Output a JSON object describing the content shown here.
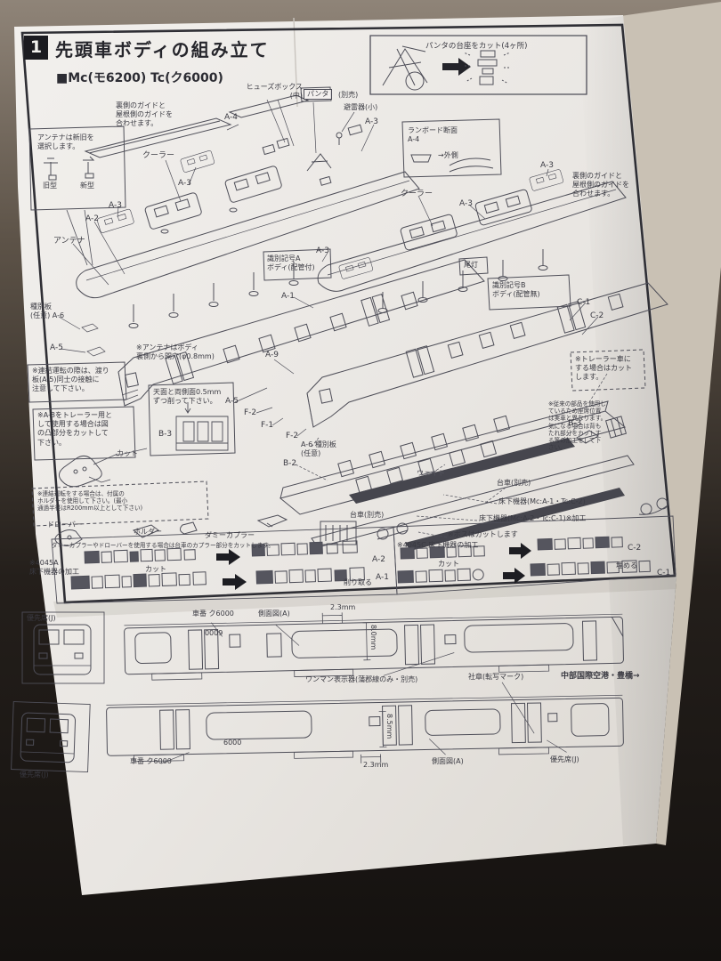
{
  "header": {
    "step_number": "1",
    "title": "先頭車ボディの組み立て",
    "subtitle": "■Mc(モ6200) Tc(ク6000)"
  },
  "panta_note": {
    "text": "パンタの台座をカット(4ヶ所)"
  },
  "colors": {
    "paper": "#eceae6",
    "background_dark": "#1a1612",
    "background_tan": "#8f8478",
    "ink": "#3a3a42",
    "frame": "#2f2f35",
    "weight_strip": "#46464e"
  },
  "callouts": [
    {
      "text": "ヒューズボックス\n(中)"
    },
    {
      "text": "パンタ"
    },
    {
      "text": "(別売)"
    },
    {
      "text": "避雷器(小)"
    },
    {
      "text": "A-4"
    },
    {
      "text": "A-3"
    },
    {
      "text": "ランボード断面\nA-4"
    },
    {
      "text": "→外側"
    },
    {
      "text": "裏側のガイドと\n屋根側のガイドを\n合わせます。"
    },
    {
      "text": "アンテナは新旧を\n選択します。"
    },
    {
      "text": "旧型"
    },
    {
      "text": "新型"
    },
    {
      "text": "クーラー"
    },
    {
      "text": "A-3"
    },
    {
      "text": "A-3"
    },
    {
      "text": "A-2"
    },
    {
      "text": "アンテナ"
    },
    {
      "text": "A-3"
    },
    {
      "text": "裏側のガイドと\n屋根側のガイドを\n合わせます。"
    },
    {
      "text": "クーラー"
    },
    {
      "text": "A-3"
    },
    {
      "text": "識別記号A\nボディ(配管付)"
    },
    {
      "text": "A-3"
    },
    {
      "text": "A-1"
    },
    {
      "text": "尾灯"
    },
    {
      "text": "識別記号B\nボディ(配管無)"
    },
    {
      "text": "C-1"
    },
    {
      "text": "C-2"
    },
    {
      "text": "種別板\n(任意) A-6"
    },
    {
      "text": "A-5"
    },
    {
      "text": "※連結運転の際は、渡り\n板(A-5)同士の接触に\n注意して下さい。"
    },
    {
      "text": "※アンテナはボディ\n裏側から開穴(φ0.8mm)"
    },
    {
      "text": "※A-8をトレーラー用と\nして使用する場合は図\nの凸部分をカットして\n下さい。"
    },
    {
      "text": "カット"
    },
    {
      "text": "天面と両側面0.5mm\nずつ削って下さい。"
    },
    {
      "text": "B-3"
    },
    {
      "text": "A-9"
    },
    {
      "text": "A-5"
    },
    {
      "text": "F-2"
    },
    {
      "text": "F-1"
    },
    {
      "text": "F-2"
    },
    {
      "text": "A-6 種別板\n(任意)"
    },
    {
      "text": "B-2"
    },
    {
      "text": "ウェイト"
    },
    {
      "text": "※トレーラー車に\nする場合はカット\nします。"
    },
    {
      "text": "B-3"
    },
    {
      "text": "※従来の部品を使用し\nているため座席位置\nは実車と異なります。\n気になる場合は背も\nたれ部分をカットす\nる等の加工をして下\nさい。"
    },
    {
      "text": "台車(別売)"
    },
    {
      "text": "床下機器(Mc:A-1・Tc:C-2)"
    },
    {
      "text": "床下機器(Mc:A-2・Tc:C-1)※加工"
    },
    {
      "text": "※ボスはカットします"
    },
    {
      "text": "※連結運転をする場合は、付属の\nホルダーを使用して下さい。(最小\n通過半径はR200mm以上として下さい)"
    },
    {
      "text": "ドローバー"
    },
    {
      "text": "ホルダー"
    },
    {
      "text": "ダミーカプラー"
    },
    {
      "text": "ダミーカプラーやドローバーを使用する場合は台車のカプラー部分をカットします。"
    },
    {
      "text": "台車(別売)"
    },
    {
      "text": "※4045A\n床下機器の加工"
    },
    {
      "text": "A-2"
    },
    {
      "text": "カット"
    },
    {
      "text": "削り取る"
    },
    {
      "text": "A-1"
    },
    {
      "text": "※4045C 床下機器の加工"
    },
    {
      "text": "C-2"
    },
    {
      "text": "カット"
    },
    {
      "text": "埋める"
    },
    {
      "text": "C-1"
    },
    {
      "text": "車番 ク6000"
    },
    {
      "text": "側面図(A)"
    },
    {
      "text": "2.3mm"
    },
    {
      "text": "8.0mm"
    },
    {
      "text": "6000"
    },
    {
      "text": "ワンマン表示器(蒲郡線のみ・別売)"
    },
    {
      "text": "社章(転写マーク)"
    },
    {
      "text": "中部国際空港・豊橋→"
    },
    {
      "text": "優先席(J)"
    },
    {
      "text": "車番 ク6000"
    },
    {
      "text": "2.3mm"
    },
    {
      "text": "8.5mm"
    },
    {
      "text": "側面図(A)"
    },
    {
      "text": "優先席(J)"
    },
    {
      "text": "優先席(J)"
    },
    {
      "text": "6000"
    }
  ]
}
